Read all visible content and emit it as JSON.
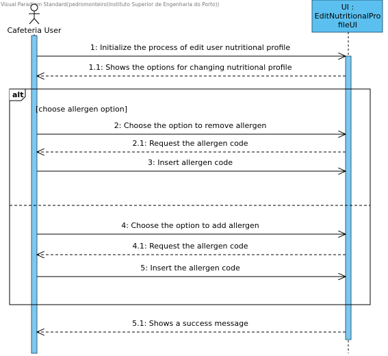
{
  "watermark": "Visual Paradigm Standard(pedromonteiro(Instituto Superior de Engenharia do Porto))",
  "actor": {
    "label": "Cafeteria User"
  },
  "ui": {
    "line1": "UI :",
    "line2": "EditNutritionalPro",
    "line3": "fileUI"
  },
  "fragment": {
    "operator": "alt",
    "guard": "[choose allergen option]"
  },
  "messages": [
    {
      "text": "1: Initialize the process of edit user nutritional profile",
      "kind": "sync"
    },
    {
      "text": "1.1: Shows the options for changing nutritional profile",
      "kind": "return"
    },
    {
      "text": "2: Choose the option to remove allergen",
      "kind": "sync"
    },
    {
      "text": "2.1: Request the allergen code",
      "kind": "return"
    },
    {
      "text": "3: Insert allergen code",
      "kind": "sync"
    },
    {
      "text": "4: Choose the option to add allergen",
      "kind": "sync"
    },
    {
      "text": "4.1: Request the allergen code",
      "kind": "return"
    },
    {
      "text": "5: Insert the allergen code",
      "kind": "sync"
    },
    {
      "text": "5.1: Shows a success message",
      "kind": "return"
    }
  ],
  "colors": {
    "lifeline_fill": "#7ec8ef",
    "lifeline_stroke": "#2b5f80",
    "header_fill": "#5bc0f0"
  }
}
